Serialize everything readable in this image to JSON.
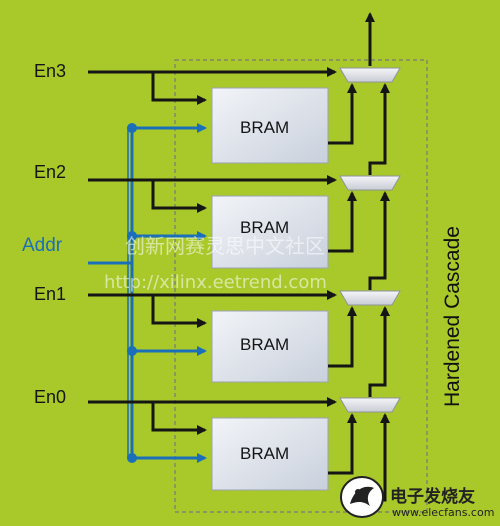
{
  "diagram": {
    "enable_labels": [
      "En3",
      "En2",
      "En1",
      "En0"
    ],
    "addr_label": "Addr",
    "block_label": "BRAM",
    "cascade_label": "Hardened Cascade"
  },
  "colors": {
    "background": "#a9c92a",
    "wire": "#151515",
    "addr_bus": "#1a6fb8",
    "block_fill": "#dfe4ee",
    "mux_fill": "#e9ebef",
    "dashed_border": "#777777"
  },
  "watermark": {
    "line1": "创新网赛灵思中文社区",
    "line2": "http://xilinx.eetrend.com"
  },
  "logo": {
    "name": "电子发烧友",
    "url": "www.elecfans.com"
  }
}
